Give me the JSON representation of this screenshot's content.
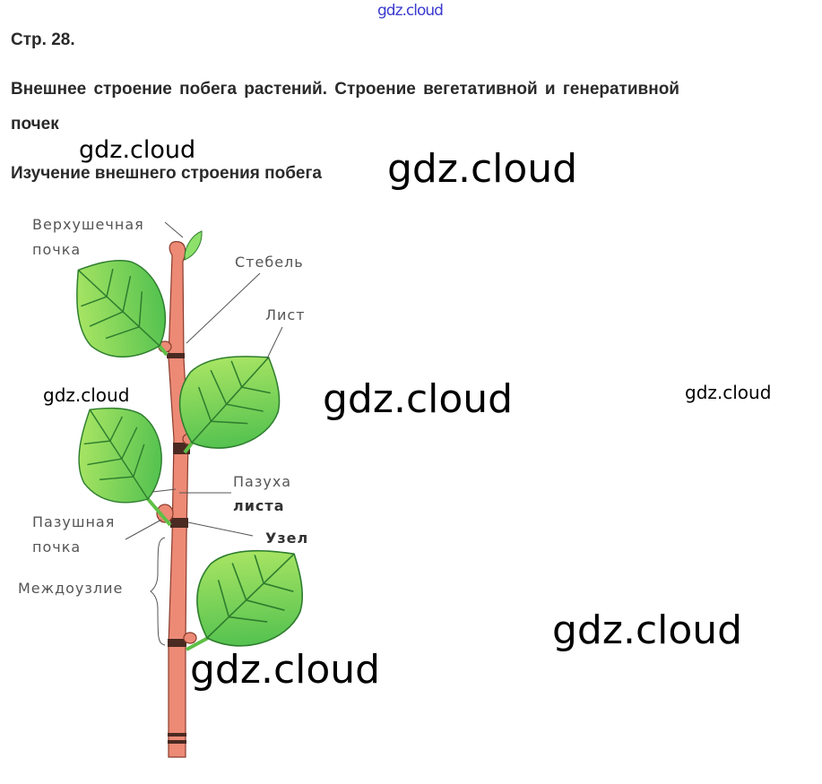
{
  "watermark_top": "gdz.cloud",
  "page_ref": "Стр. 28.",
  "heading_line1": "Внешнее строение побега растений. Строение вегетативной и генеративной",
  "heading_line2": "почек",
  "subheading": "Изучение внешнего строения побега",
  "watermarks": [
    "gdz.cloud",
    "gdz.cloud",
    "gdz.cloud",
    "gdz.cloud",
    "gdz.cloud",
    "gdz.cloud",
    "gdz.cloud"
  ],
  "figure": {
    "labels": {
      "apical_bud_1": "Верхушечная",
      "apical_bud_2": "почка",
      "stem": "Стебель",
      "leaf": "Лист",
      "axil_1": "Пазуха",
      "axil_2": "листа",
      "node": "Узел",
      "axillary_bud_1": "Пазушная",
      "axillary_bud_2": "почка",
      "internode": "Междоузлие"
    },
    "colors": {
      "stem": "#ec8a76",
      "leaf": "#7ed957",
      "node": "#4a2a22"
    }
  }
}
